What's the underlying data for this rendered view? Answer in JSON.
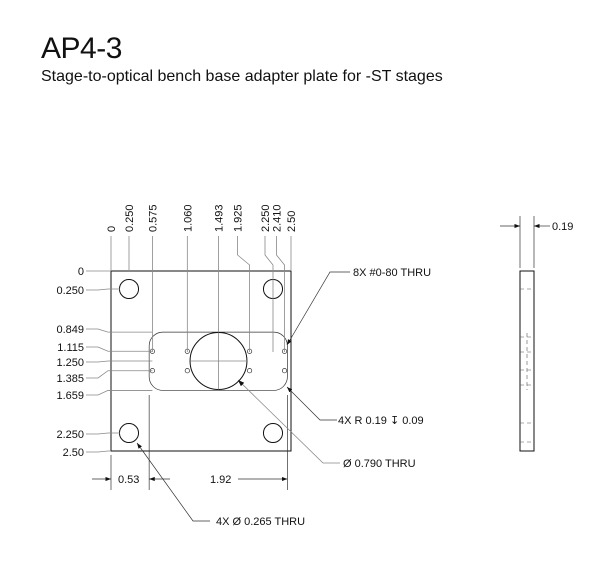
{
  "title": "AP4-3",
  "subtitle": "Stage-to-optical bench base adapter plate for -ST stages",
  "drawing": {
    "x_dims": [
      "0",
      "0.250",
      "0.575",
      "1.060",
      "1.493",
      "1.925",
      "2.250",
      "2.410",
      "2.50"
    ],
    "y_dims": [
      "0",
      "0.250",
      "0.849",
      "1.115",
      "1.250",
      "1.385",
      "1.659",
      "2.250",
      "2.50"
    ],
    "dim_053": "0.53",
    "dim_192": "1.92",
    "thickness": "0.19",
    "callout_tapped": "8X #0-80 THRU",
    "callout_radius": "4X R 0.19 ↧ 0.09",
    "callout_bore": "Ø  0.790  THRU",
    "callout_corner": "4X  Ø  0.265  THRU"
  }
}
